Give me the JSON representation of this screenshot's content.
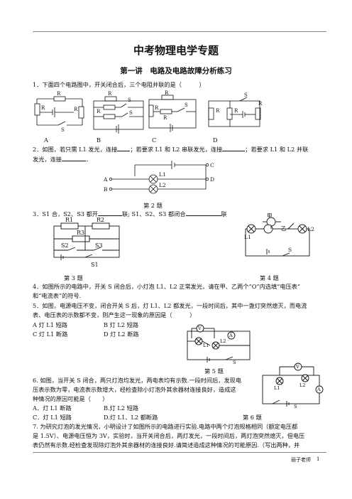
{
  "header": {
    "title": "中考物理电学专题"
  },
  "lecture": {
    "title": "第一讲　电路及电路故障分析练习"
  },
  "q1": {
    "text": "1．下面四个电路图中，开关闭合后，三个电阻并联的是（　　　）",
    "options": [
      "A",
      "B",
      "C",
      "D"
    ],
    "resistor": "R",
    "switch": "S"
  },
  "q2": {
    "text_a": "2．如图，若只需 L1 发光，连接",
    "text_b": "；若要求 L1 和 L2 串联发光，连接",
    "text_c": "；若要求 L1 和 L2 并联",
    "text_d": "发光，连接",
    "text_e": "．",
    "terminals": [
      "A",
      "B",
      "C",
      "D"
    ],
    "lamps": [
      "L1",
      "L2"
    ],
    "caption": "第 2 题"
  },
  "q3": {
    "text_a": "3．S1 合，S2、S3 都开",
    "text_b": "联; S1、S2、S3 都闭合",
    "text_c": "联",
    "caption": "第 3 题",
    "labels": [
      "R1",
      "R2",
      "R3",
      "S2",
      "S3",
      "S1"
    ]
  },
  "q4": {
    "caption": "第 4 题",
    "labels": [
      "甲",
      "乙",
      "L1",
      "L2",
      "S"
    ],
    "line1": "4．如图所示的电路中，开关 S 闭合后，小灯泡 L1、L2 正常发光，请在甲、乙两个“O”内选填“电压表”",
    "line2": "和“电流表”的符号."
  },
  "q5": {
    "line1": "5．如图，电源电压不变，闭合开关 S 后，灯 L1、L2 都发光，一段时间后，其中一盏灯突然熄灭，而电流",
    "line2": "表、电压表的示数都不变，则产生这一现象的原因是（　　　）",
    "opt_a": "A  灯 L1 短路",
    "opt_b": "B  灯 L2 短路",
    "opt_c": "C  灯 L1 断路",
    "opt_d": "D  灯 L2 断路",
    "caption": "第 5 题",
    "labels": [
      "V",
      "A",
      "L1",
      "L2",
      "S"
    ]
  },
  "q6": {
    "line1": "6. 如图，当开关 S 闭合，两只灯泡均发光，两电表均有示数.一段时间后，发现电",
    "line2": "压表示数为零，电流表示数增大，经检查除小灯泡外其余器材连接良好，造成这",
    "line3": "种情况的原因可能是（　　）",
    "opt_a": "A．灯 L1 断路",
    "opt_b": "B.灯 L2 短路",
    "opt_c": "C．灯 L1 短路",
    "opt_d": "D.灯 L1、L2 都断路",
    "caption": "第 6 题",
    "labels": [
      "V",
      "A",
      "L1",
      "L2",
      "S"
    ]
  },
  "q7": {
    "line1": "7. 为研究灯泡的发光情况，小明设计了如图所示的电路进行实验.电路中两个灯泡规格相同（额定电压都",
    "line2": "是 1.5V）、电源电压恒为 3V，实验时，当开关闭合后，两灯发光，一段时间后，两灯泡突然熄灭，但电压",
    "line3": "表仍然有示数.经检查发现除灯泡外其余器材的连接良好.请简述造成这种情况的可能原因.（写出两种，并"
  },
  "footer": {
    "author": "丽子老师",
    "page": "1"
  }
}
